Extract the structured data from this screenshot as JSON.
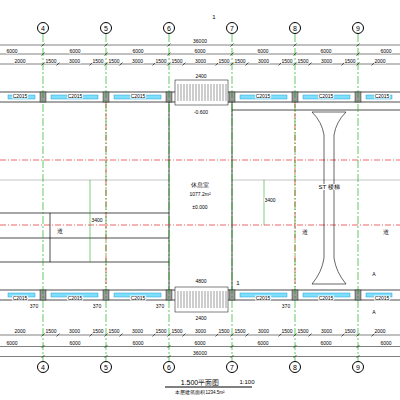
{
  "diagram": {
    "title": "1.500平面图",
    "caption": "本层建筑面积1234.5m²",
    "nodes": [
      {
        "text": [
          "4"
        ]
      },
      {
        "text": [
          "5"
        ]
      },
      {
        "text": [
          "6"
        ]
      },
      {
        "text": [
          "7"
        ]
      },
      {
        "text": [
          "8"
        ]
      },
      {
        "text": [
          "9"
        ]
      },
      {
        "text": [
          "4"
        ]
      },
      {
        "text": [
          "5"
        ]
      },
      {
        "text": [
          "6"
        ]
      },
      {
        "text": [
          "7"
        ]
      },
      {
        "text": [
          "8"
        ]
      },
      {
        "text": [
          "9"
        ]
      }
    ],
    "edges": [
      {
        "from": 0,
        "to": 6,
        "arrow": "none"
      },
      {
        "from": 1,
        "to": 7,
        "arrow": "none"
      },
      {
        "from": 2,
        "to": 8,
        "arrow": "none"
      },
      {
        "from": 3,
        "to": 9,
        "arrow": "none"
      },
      {
        "from": 4,
        "to": 10,
        "arrow": "none"
      },
      {
        "from": 5,
        "to": 11,
        "arrow": "none"
      }
    ],
    "labels": [
      "36000",
      "6000",
      "6000",
      "6000",
      "6000",
      "6000",
      "6000",
      "6000",
      "2000",
      "1500",
      "3000",
      "1500",
      "1500",
      "3000",
      "1500",
      "1500",
      "3000",
      "1500",
      "1500",
      "3000",
      "1500",
      "1500",
      "3000",
      "1500",
      "2000",
      "C2015",
      "C2015",
      "C2015",
      "C2015",
      "C2015",
      "C2015",
      "2400",
      "-0.600",
      "休息室",
      "1077.2m²",
      "±0.000",
      "3400",
      "3400",
      "ST 楼梯",
      "道",
      "道",
      "道",
      "C2015",
      "C2015",
      "C2015",
      "C2015",
      "C2015",
      "C2015",
      "370",
      "370",
      "370",
      "370",
      "4800",
      "2400",
      "A",
      "A",
      "2000",
      "1500",
      "3000",
      "1500",
      "1500",
      "3000",
      "1500",
      "1500",
      "3000",
      "1500",
      "1500",
      "3000",
      "1500",
      "1500",
      "3000",
      "1500",
      "2000",
      "6000",
      "6000",
      "6000",
      "6000",
      "6000",
      "6000",
      "6000",
      "36000",
      "1",
      "1",
      "1:100"
    ]
  }
}
